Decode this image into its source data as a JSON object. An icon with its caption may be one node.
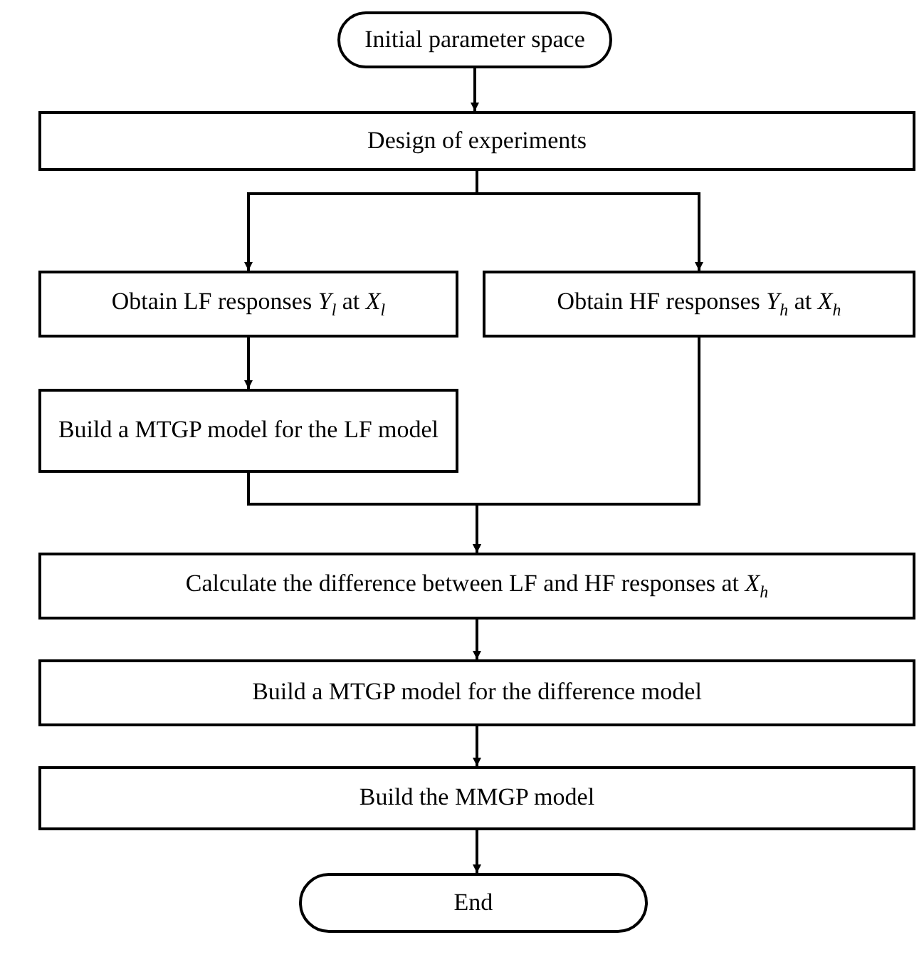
{
  "diagram": {
    "nodes": [
      {
        "text": [
          "Initial parameter space"
        ]
      },
      {
        "text": [
          "Design of experiments"
        ]
      },
      {
        "text": [
          "Obtain LF responses *Y*$_{l}$ at *X*$_{l}$"
        ]
      },
      {
        "text": [
          "Obtain HF responses *Y*$_{h}$ at *X*$_{h}$"
        ]
      },
      {
        "text": [
          "Build a MTGP model for the LF model"
        ]
      },
      {
        "text": [
          "Calculate the difference between LF and HF responses at *X*$_{h}$"
        ]
      },
      {
        "text": [
          "Build a MTGP model for the difference model"
        ]
      },
      {
        "text": [
          "Build the MMGP model"
        ]
      },
      {
        "text": [
          "End"
        ]
      }
    ],
    "edges": [
      {
        "from": 0,
        "to": 1,
        "arrow": "to"
      },
      {
        "from": 1,
        "to": 2,
        "arrow": "to"
      },
      {
        "from": 1,
        "to": 3,
        "arrow": "to"
      },
      {
        "from": 2,
        "to": 4,
        "arrow": "to"
      },
      {
        "from": 4,
        "to": 5,
        "arrow": "to"
      },
      {
        "from": 3,
        "to": 5,
        "arrow": "to"
      },
      {
        "from": 5,
        "to": 6,
        "arrow": "to"
      },
      {
        "from": 6,
        "to": 7,
        "arrow": "to"
      },
      {
        "from": 7,
        "to": 8,
        "arrow": "to"
      }
    ]
  }
}
